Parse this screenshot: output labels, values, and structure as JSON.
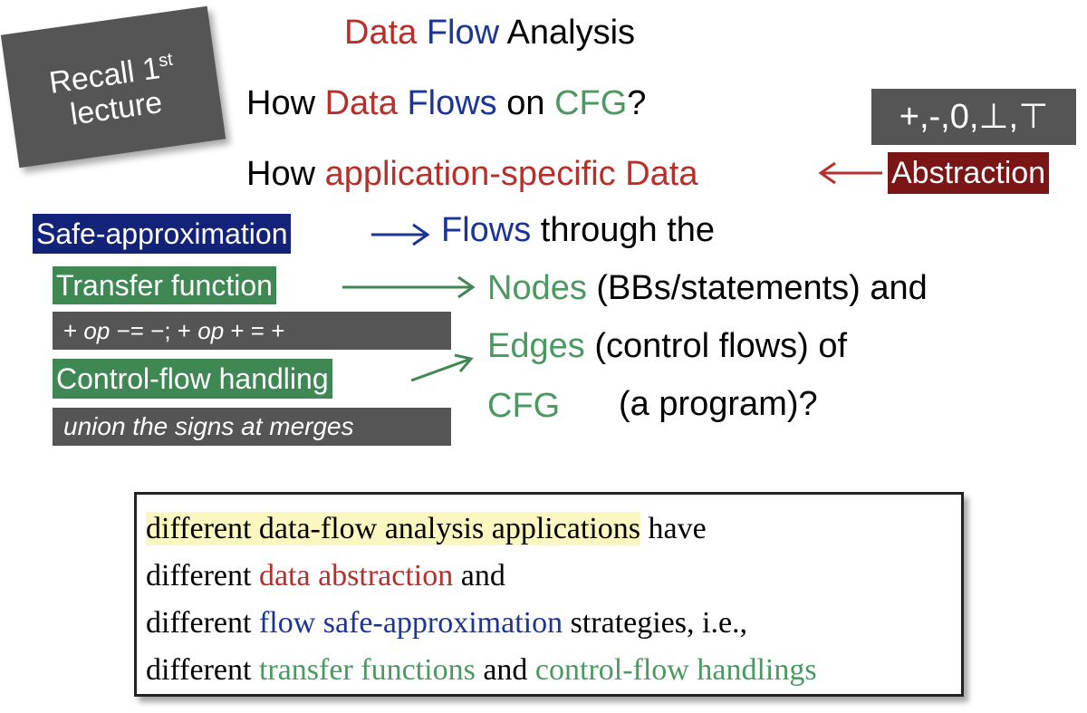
{
  "recall": {
    "line1": "Recall 1",
    "sup": "st",
    "line2": "lecture"
  },
  "title": {
    "part1": "Data",
    "part2": "Flow",
    "part3": "Analysis"
  },
  "question1": {
    "p1": "How",
    "p2": "Data",
    "p3": "Flows",
    "p4": "on",
    "p5": "CFG",
    "p6": "?"
  },
  "question2": {
    "p1": "How",
    "p2": "application-specific Data"
  },
  "signs_box": "+,-,0,⊥,⊤",
  "abstraction_label": "Abstraction",
  "safe_label": "Safe-approximation",
  "flows_line": {
    "p1": "Flows",
    "p2": "through the"
  },
  "transfer_label": "Transfer function",
  "nodes_line": {
    "p1": "Nodes",
    "p2": "(BBs/statements) and"
  },
  "op_box": {
    "a": "+",
    "op1": "op",
    "b": "−= −",
    "c": "; +",
    "op2": "op",
    "d": "+ = +"
  },
  "control_label": "Control-flow handling",
  "edges_line": {
    "p1": "Edges",
    "p2": "(control flows) of"
  },
  "union_label": "union the signs at merges",
  "cfg_label": "CFG",
  "program_label": "(a program)?",
  "summary": {
    "l1a": "different data-flow analysis applications",
    "l1b": "have",
    "l2a": "different",
    "l2b": "data abstraction",
    "l2c": "and",
    "l3a": "different",
    "l3b": "flow safe-approximation",
    "l3c": "strategies, i.e.,",
    "l4a": "different",
    "l4b": "transfer functions",
    "l4c": "and",
    "l4d": "control-flow handlings"
  },
  "colors": {
    "red": "#b5302a",
    "blue": "#1a3596",
    "green": "#4a9960",
    "gray_box": "#555555",
    "navy_box": "#13237a",
    "green_box": "#3f8753",
    "darkred_box": "#7a1616",
    "highlight": "#fbf7c0"
  }
}
